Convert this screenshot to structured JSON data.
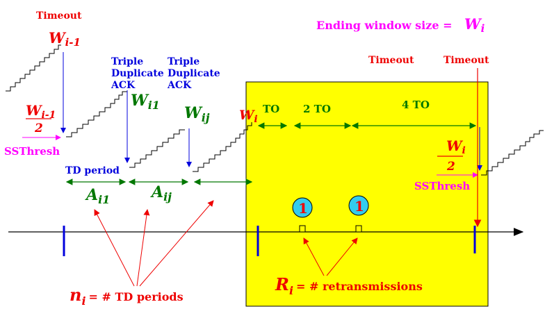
{
  "labels": {
    "timeout": "Timeout",
    "w_prev": "W",
    "w_prev_sub": "i-1",
    "triple_dup_1_line1": "Triple",
    "triple_dup_1_line2": "Duplicate",
    "triple_dup_1_line3": "ACK",
    "triple_dup_2_line1": "Triple",
    "triple_dup_2_line2": "Duplicate",
    "triple_dup_2_line3": "ACK",
    "ending_window": "Ending window size =",
    "w_i": "W",
    "w_i_sub": "i",
    "w_prev_frac": "W",
    "w_prev_frac_sub": "i-1",
    "w_prev_frac_den": "2",
    "ssthresh_left": "SSThresh",
    "w_i1": "W",
    "w_i1_sub": "i1",
    "w_ij": "W",
    "w_ij_sub": "ij",
    "td_period": "TD period",
    "a_i1": "A",
    "a_i1_sub": "i1",
    "a_ij": "A",
    "a_ij_sub": "ij",
    "w_i_box": "W",
    "w_i_box_sub": "i",
    "to": "TO",
    "to2": "2 TO",
    "to4": "4 TO",
    "timeout_mid": "Timeout",
    "timeout_right": "Timeout",
    "w_i_frac": "W",
    "w_i_frac_sub": "i",
    "w_i_frac_den": "2",
    "ssthresh_right": "SSThresh",
    "retrans_1": "1",
    "retrans_2": "1",
    "n_i": "n",
    "n_i_sub": "i",
    "n_i_text": "= # TD periods",
    "r_i": "R",
    "r_i_sub": "i",
    "r_i_text": "= # retransmissions"
  },
  "colors": {
    "red": "#ee0000",
    "blue": "#0000dd",
    "green": "#007700",
    "magenta": "#ff00ff",
    "yellow_box": "#ffff00",
    "circle": "#33ccee"
  }
}
